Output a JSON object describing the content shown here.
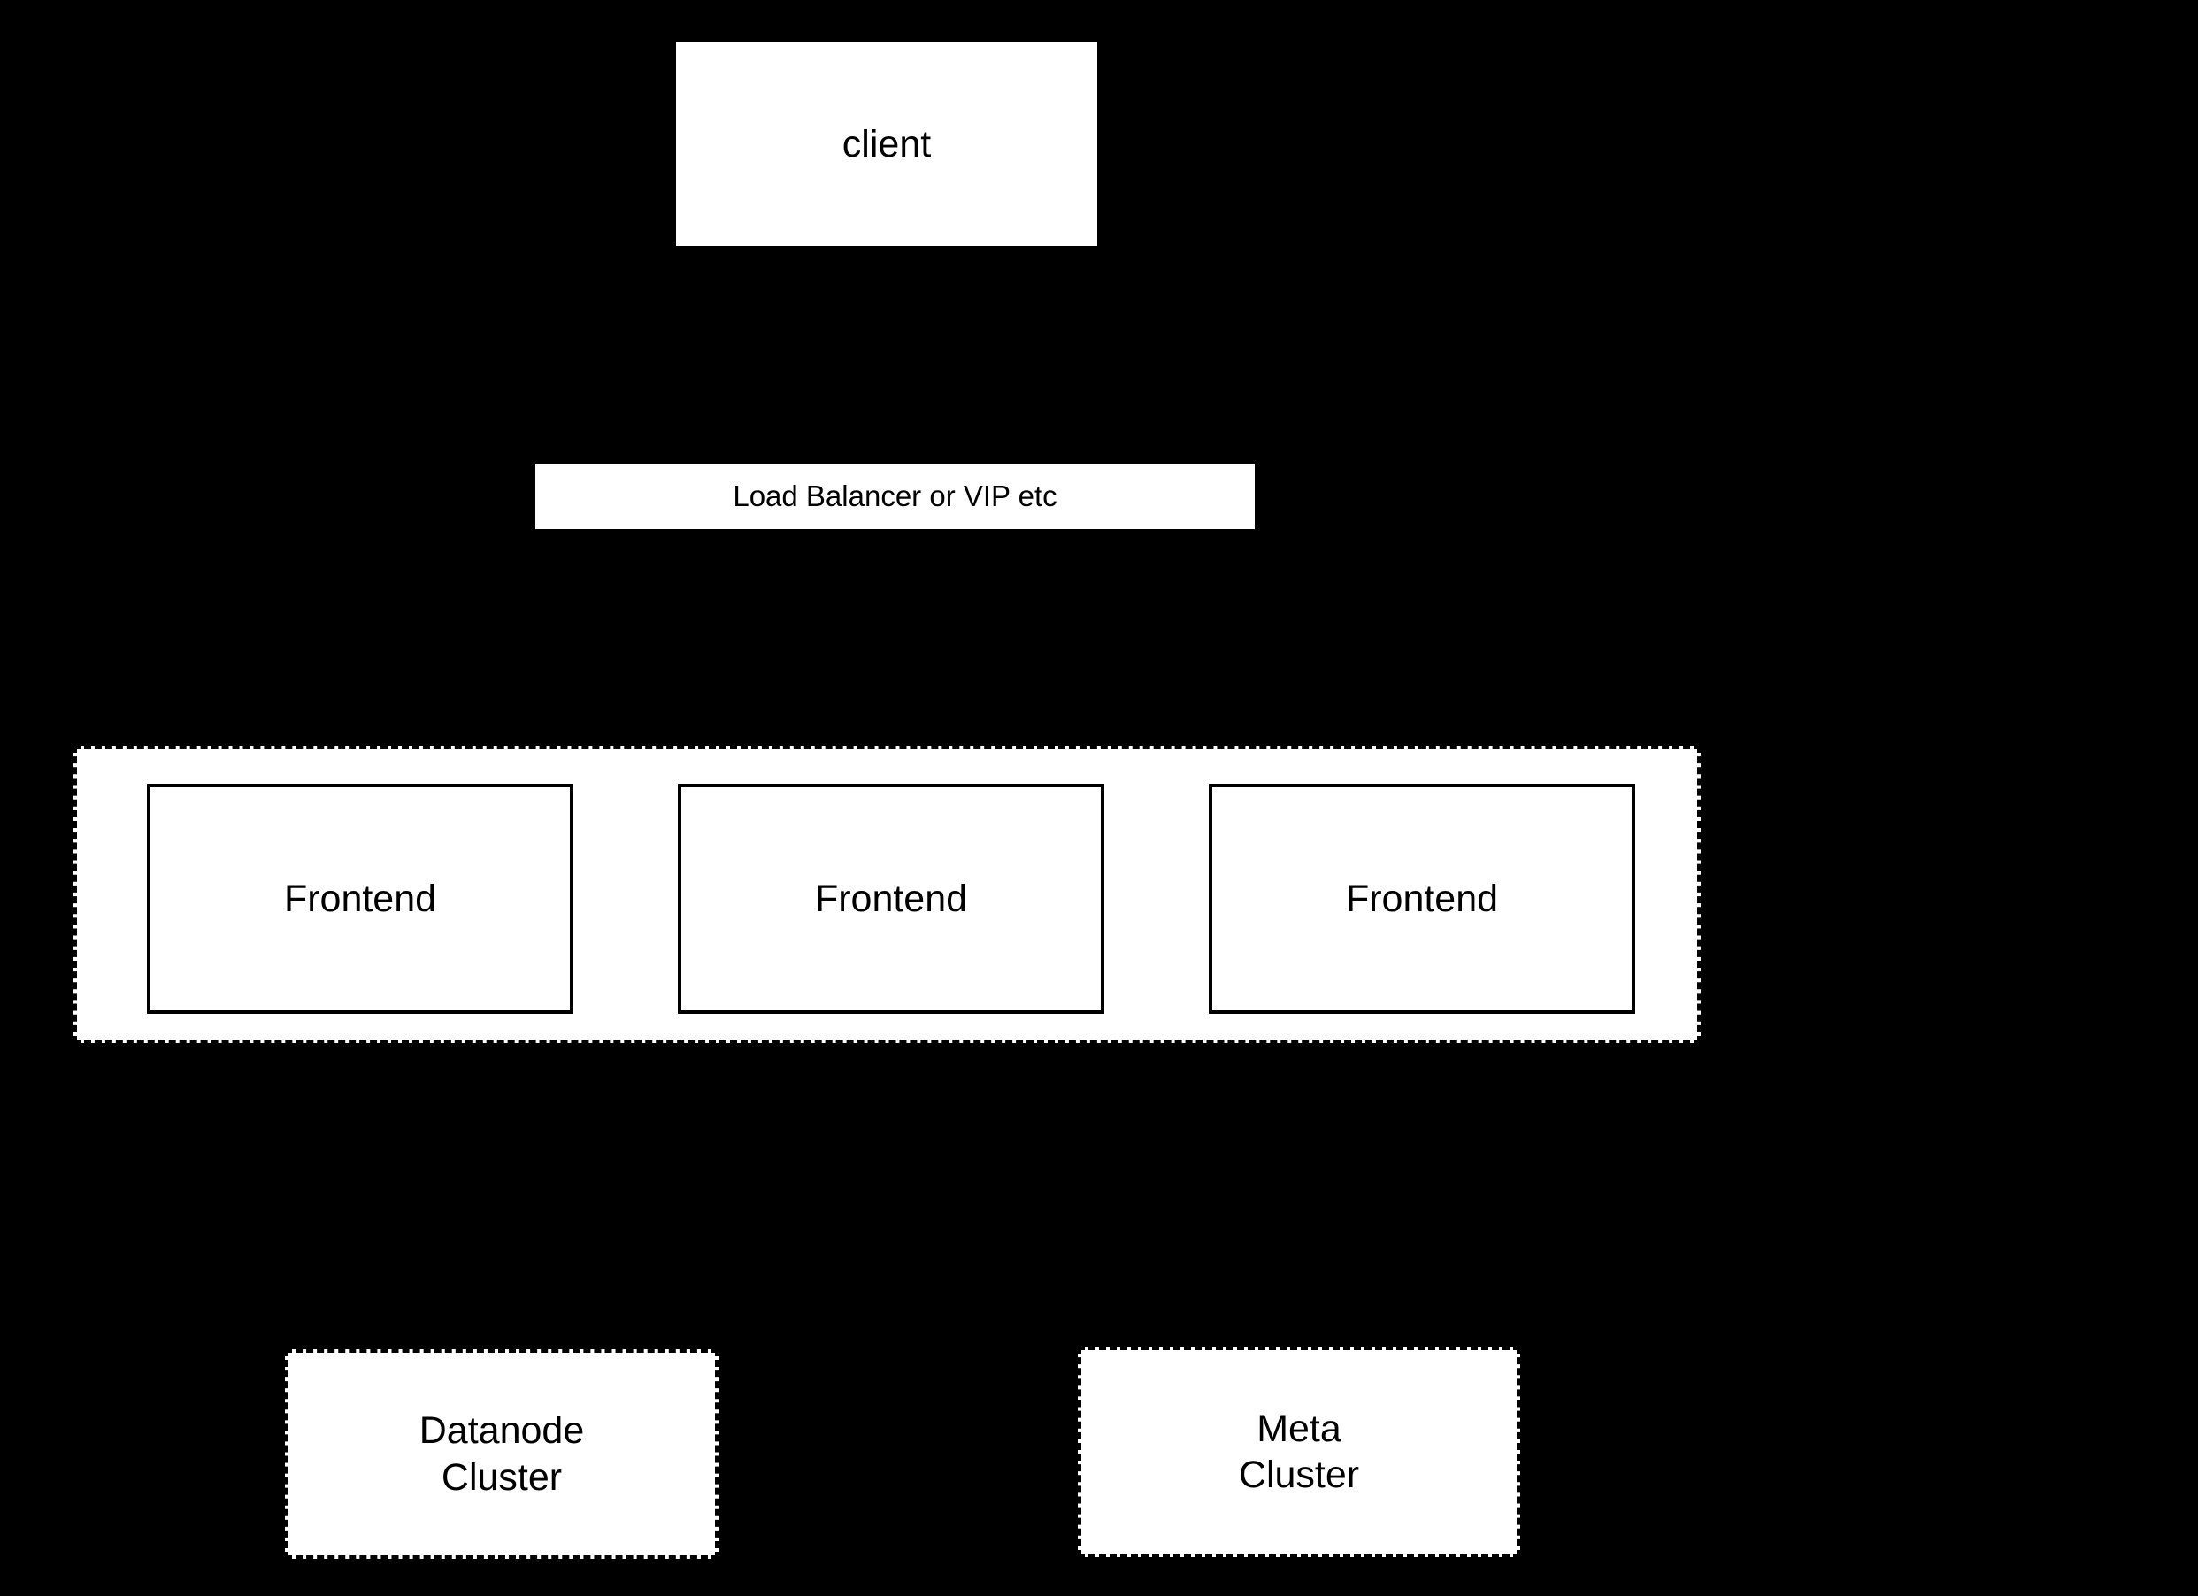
{
  "diagram": {
    "background_color": "#000000",
    "node_fill_color": "#ffffff",
    "node_text_color": "#000000",
    "nodes": {
      "client": {
        "label": "client",
        "border_style": "none"
      },
      "load_balancer": {
        "label": "Load Balancer or VIP etc",
        "border_style": "none"
      },
      "frontend_cluster": {
        "border_style": "dashed",
        "members": [
          {
            "label": "Frontend",
            "border_style": "solid"
          },
          {
            "label": "Frontend",
            "border_style": "solid"
          },
          {
            "label": "Frontend",
            "border_style": "solid"
          }
        ]
      },
      "datanode_cluster": {
        "label": "Datanode\nCluster",
        "border_style": "dashed"
      },
      "meta_cluster": {
        "label": "Meta\nCluster",
        "border_style": "dashed"
      }
    }
  }
}
